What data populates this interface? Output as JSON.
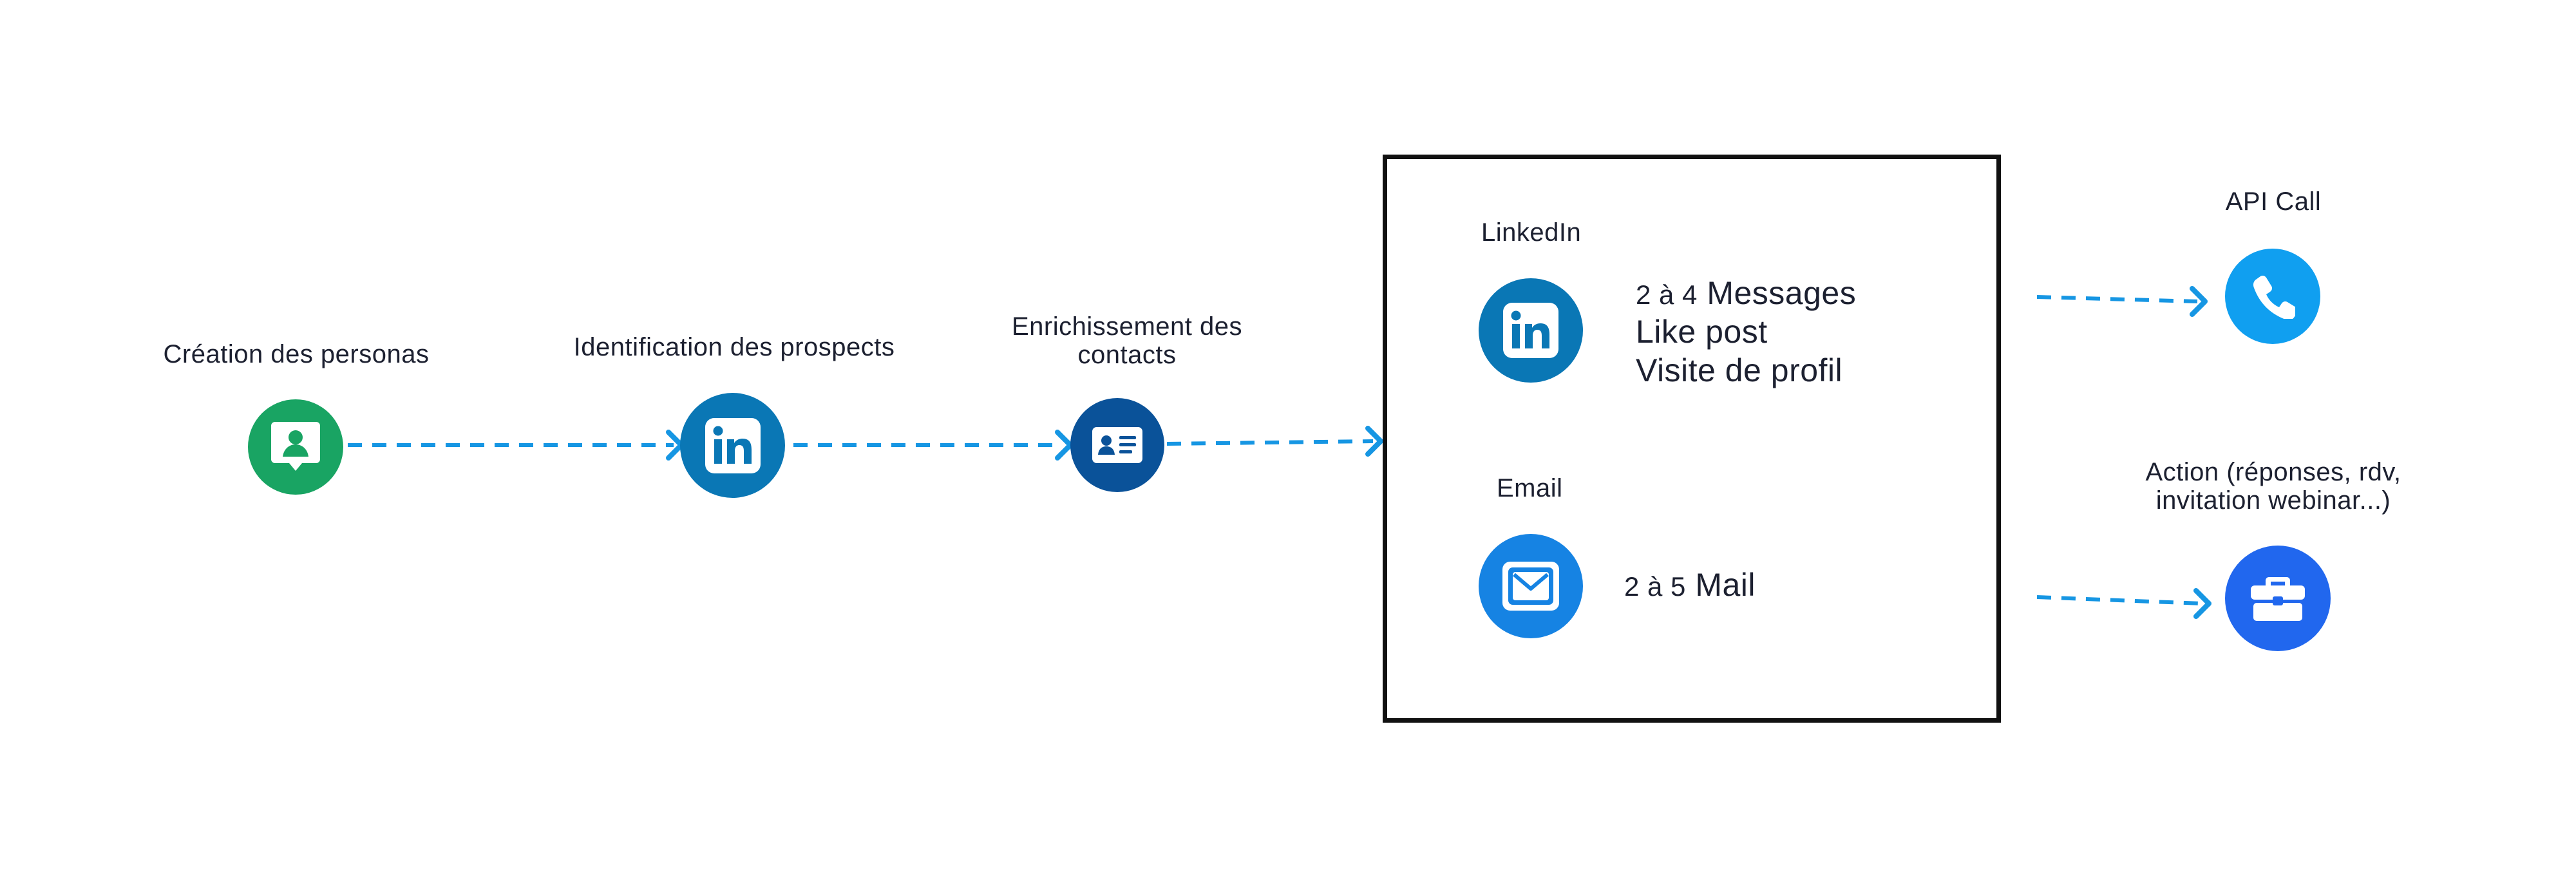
{
  "steps": {
    "personas": {
      "label": "Création des personas",
      "icon": "contact-person-icon",
      "color": "#19a463"
    },
    "prospects": {
      "label": "Identification des prospects",
      "icon": "linkedin-icon",
      "color": "#0a77b5"
    },
    "enrich": {
      "label_line1": "Enrichissement des",
      "label_line2": "contacts",
      "icon": "id-card-icon",
      "color": "#0a5299"
    }
  },
  "sequence": {
    "linkedin": {
      "title": "LinkedIn",
      "icon": "linkedin-icon",
      "color": "#0a77b5",
      "count_prefix": "2 à 4",
      "count_unit": "Messages",
      "action_2": "Like post",
      "action_3": "Visite de profil"
    },
    "email": {
      "title": "Email",
      "icon": "envelope-icon",
      "color": "#1683e3",
      "count_prefix": "2 à 5",
      "count_unit": "Mail"
    }
  },
  "outcomes": {
    "api_call": {
      "label": "API Call",
      "icon": "phone-icon",
      "color": "#109ff0"
    },
    "action": {
      "label_line1": "Action (réponses, rdv,",
      "label_line2": "invitation webinar...)",
      "icon": "briefcase-icon",
      "color": "#2167ee"
    }
  },
  "connector_color": "#1696e3"
}
